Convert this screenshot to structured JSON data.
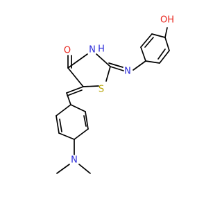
{
  "molecule": {
    "colors": {
      "bond": "#000000",
      "oxygen": "#e8231b",
      "nitrogen": "#2a2ad8",
      "sulfur": "#b5a300"
    },
    "labels": {
      "carbonyl_o": "O",
      "ring_nh": "N",
      "ring_nh_h": "H",
      "ring_s": "S",
      "imine_n": "N",
      "hydroxyl_oh": "OH",
      "amine_n": "N"
    }
  }
}
